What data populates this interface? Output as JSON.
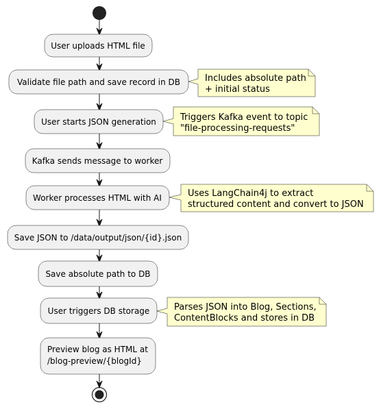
{
  "actions": [
    {
      "lines": [
        "User uploads HTML file"
      ]
    },
    {
      "lines": [
        "Validate file path and save record in DB"
      ]
    },
    {
      "lines": [
        "User starts JSON generation"
      ]
    },
    {
      "lines": [
        "Kafka sends message to worker"
      ]
    },
    {
      "lines": [
        "Worker processes HTML with AI"
      ]
    },
    {
      "lines": [
        "Save JSON to /data/output/json/{id}.json"
      ]
    },
    {
      "lines": [
        "Save absolute path to DB"
      ]
    },
    {
      "lines": [
        "User triggers DB storage"
      ]
    },
    {
      "lines": [
        "Preview blog as HTML at",
        "/blog-preview/{blogId}"
      ]
    }
  ],
  "notes": [
    {
      "attached_to_step": 2,
      "lines": [
        "Includes absolute path",
        "+ initial status"
      ]
    },
    {
      "attached_to_step": 3,
      "lines": [
        "Triggers Kafka event to topic",
        "\"file-processing-requests\""
      ]
    },
    {
      "attached_to_step": 5,
      "lines": [
        "Uses LangChain4j to extract",
        "structured content and convert to JSON"
      ]
    },
    {
      "attached_to_step": 8,
      "lines": [
        "Parses JSON into Blog, Sections,",
        "ContentBlocks and stores in DB"
      ]
    }
  ],
  "colors": {
    "action_fill": "#f1f1f1",
    "note_fill": "#fefece",
    "stroke": "#181818",
    "node_fill": "#222222"
  }
}
